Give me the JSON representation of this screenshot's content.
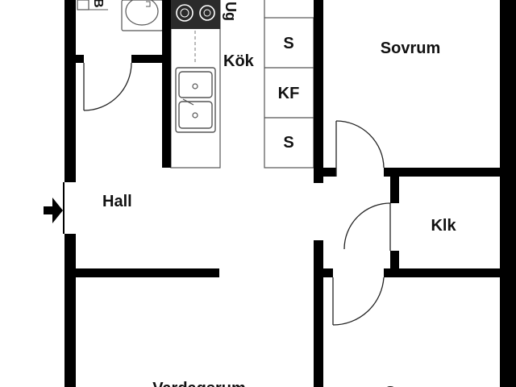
{
  "rooms": {
    "kitchen": "Kök",
    "bedroom_1": "Sovrum",
    "hall": "Hall",
    "closet": "Klk",
    "living_room": "Vardagsrum",
    "bedroom_2": "S"
  },
  "fixtures": {
    "oven": "Ug",
    "bathroom_partial": "B",
    "wardrobe_top": "S",
    "wardrobe_mid": "KF",
    "wardrobe_bottom": "S"
  },
  "colors": {
    "wall": "#000000",
    "stove": "#2b2b2b",
    "fixture_line": "#555555",
    "background": "#ffffff"
  },
  "icons": {
    "entrance": "entrance-arrow-icon"
  }
}
